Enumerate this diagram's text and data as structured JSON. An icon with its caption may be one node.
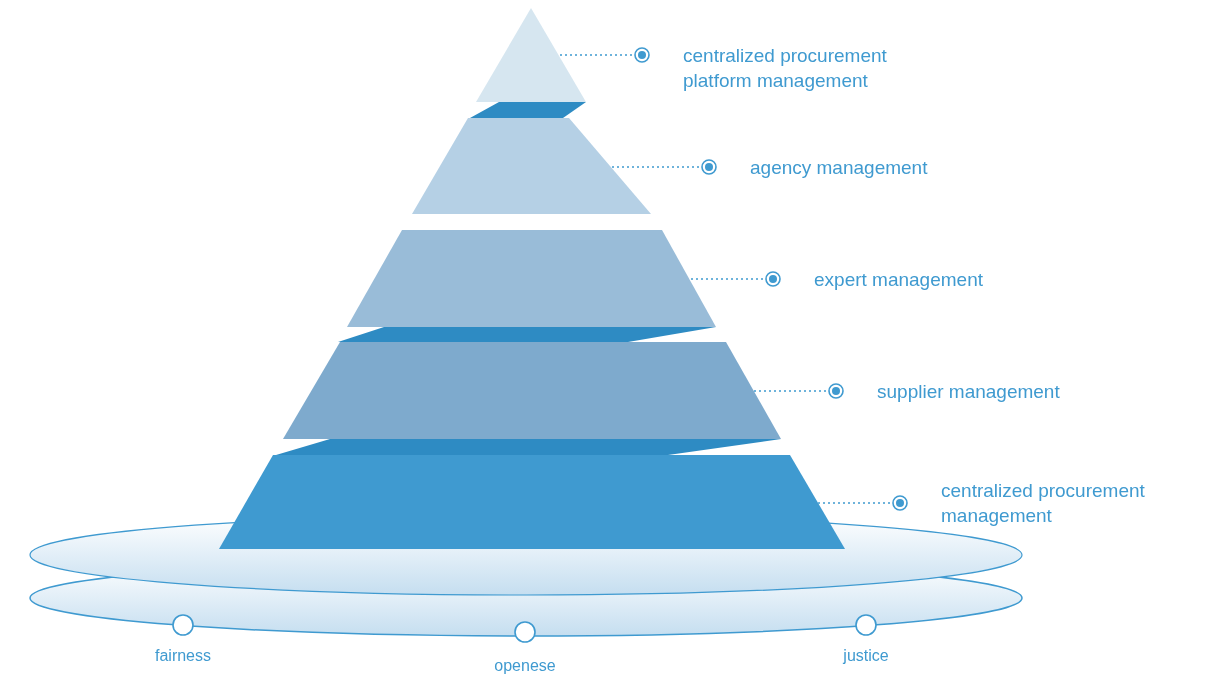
{
  "diagram": {
    "nodes": [
      {
        "text": [],
        "shape": "triangle"
      },
      {
        "text": [],
        "shape": "trapezoid"
      },
      {
        "text": [],
        "shape": "trapezoid"
      },
      {
        "text": [],
        "shape": "trapezoid"
      },
      {
        "text": [],
        "shape": "trapezoid"
      },
      {
        "text": [
          "centralized procurement platform management"
        ]
      },
      {
        "text": [
          "agency management"
        ]
      },
      {
        "text": [
          "expert management"
        ]
      },
      {
        "text": [
          "supplier management"
        ]
      },
      {
        "text": [
          "centralized procurement management"
        ]
      },
      {
        "text": [],
        "shape": "circle",
        "beside": [
          "fairness"
        ]
      },
      {
        "text": [],
        "shape": "circle",
        "beside": [
          "openese"
        ]
      },
      {
        "text": [],
        "shape": "circle",
        "beside": [
          "justice"
        ]
      }
    ],
    "edges": [
      {
        "from": 5,
        "to": 0,
        "arrow": "other"
      },
      {
        "from": 6,
        "to": 1,
        "arrow": "other"
      },
      {
        "from": 7,
        "to": 2,
        "arrow": "other"
      },
      {
        "from": 8,
        "to": 3,
        "arrow": "other"
      },
      {
        "from": 9,
        "to": 4,
        "arrow": "other"
      }
    ]
  }
}
